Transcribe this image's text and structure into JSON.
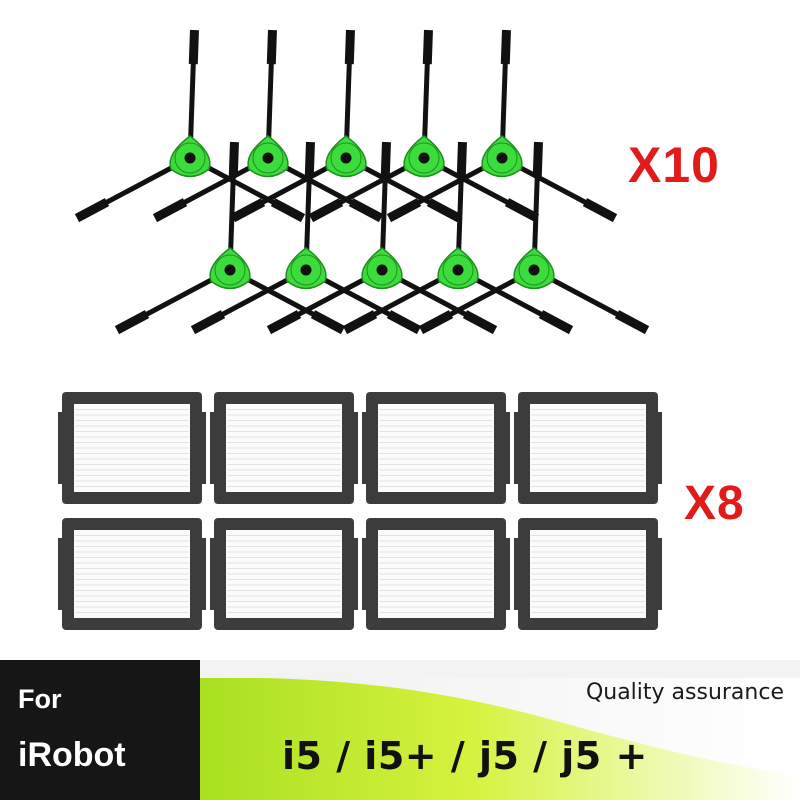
{
  "image": {
    "subject": "side brushes and HEPA filters",
    "colors": {
      "background": "#ffffff",
      "brush_hub": "#3ddc3d",
      "brush_hub_dark": "#1f8f1f",
      "brush_arm": "#111111",
      "filter_frame": "#3c3c3c",
      "filter_media": "#fbfbfb",
      "quantity_text": "#e11a1a",
      "banner_dark": "#161616",
      "banner_accent": "#c9ef35"
    }
  },
  "products": {
    "brushes": {
      "count": 10,
      "quantity_label": "X10"
    },
    "filters": {
      "count": 8,
      "quantity_label": "X8"
    }
  },
  "banner": {
    "for_label": "For",
    "brand": "iRobot",
    "quality_label": "Quality assurance",
    "models_label": "i5 / i5+ / j5 / j5 +"
  }
}
